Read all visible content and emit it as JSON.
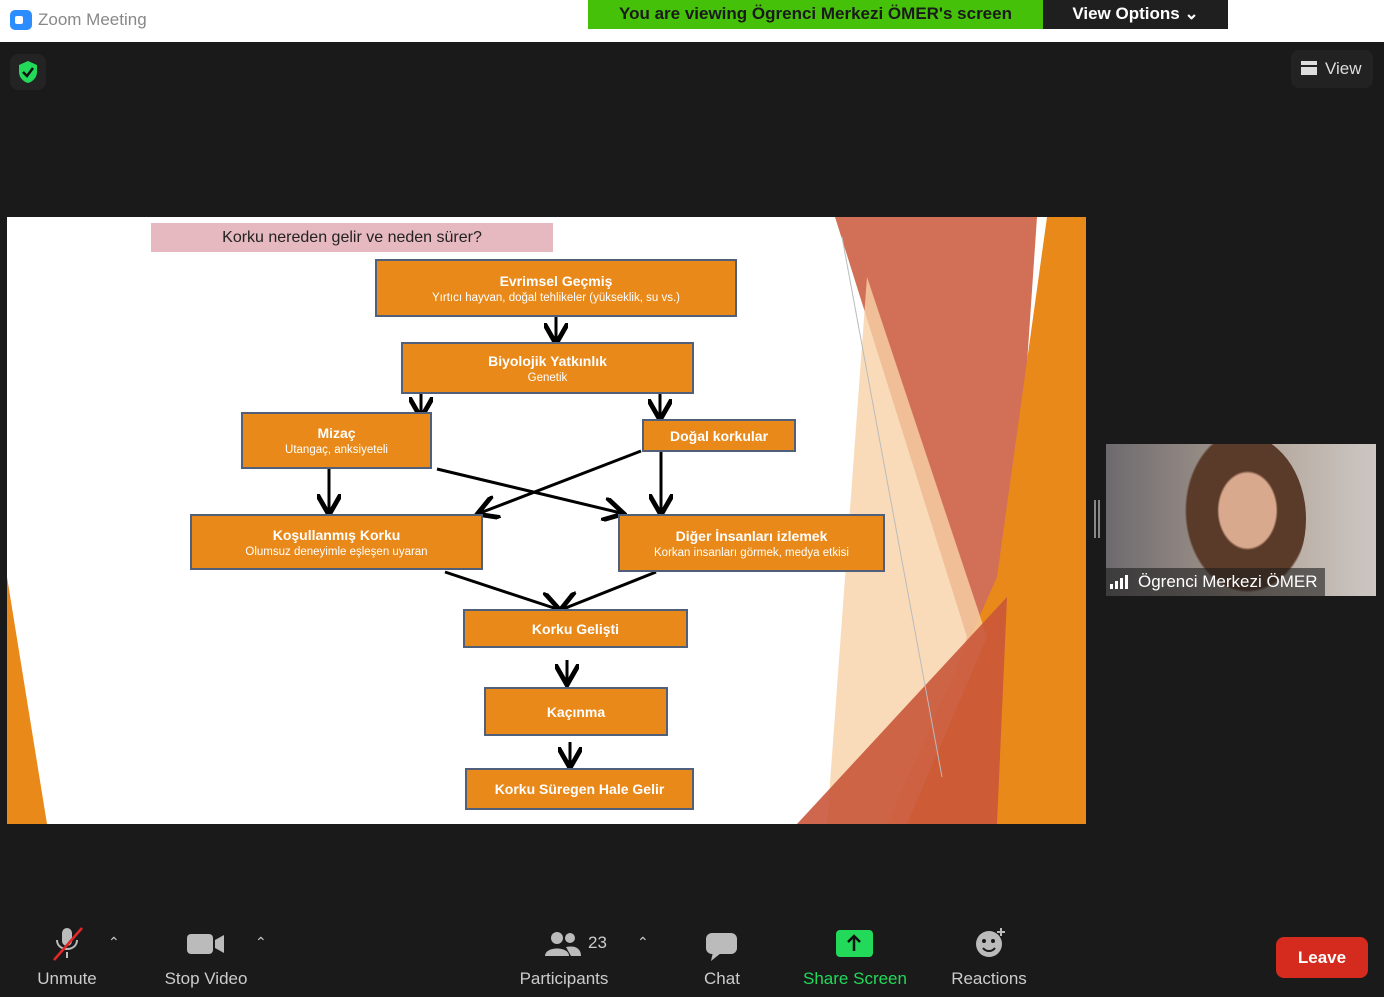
{
  "window": {
    "title": "Zoom Meeting"
  },
  "banner": {
    "text": "You are viewing Ögrenci Merkezi ÖMER's screen",
    "view_options": "View Options ⌄"
  },
  "top": {
    "view_label": "View"
  },
  "slide": {
    "title": "Korku nereden gelir ve neden sürer?",
    "boxes": [
      {
        "title": "Evrimsel Geçmiş",
        "sub": "Yırtıcı hayvan, doğal tehlikeler (yükseklik, su vs.)"
      },
      {
        "title": "Biyolojik Yatkınlık",
        "sub": "Genetik"
      },
      {
        "title": "Mizaç",
        "sub": "Utangaç, anksiyeteli"
      },
      {
        "title": "Doğal korkular"
      },
      {
        "title": "Koşullanmış Korku",
        "sub": "Olumsuz deneyimle eşleşen uyaran"
      },
      {
        "title": "Diğer İnsanları izlemek",
        "sub": "Korkan insanları görmek, medya etkisi"
      },
      {
        "title": "Korku Gelişti"
      },
      {
        "title": "Kaçınma"
      },
      {
        "title": "Korku Süregen Hale Gelir"
      }
    ]
  },
  "participant": {
    "name": "Ögrenci Merkezi ÖMER"
  },
  "toolbar": {
    "unmute": "Unmute",
    "stop_video": "Stop Video",
    "participants": "Participants",
    "participant_count": "23",
    "chat": "Chat",
    "share_screen": "Share Screen",
    "reactions": "Reactions",
    "leave": "Leave"
  },
  "colors": {
    "accent_green": "#45c10a",
    "box_orange": "#e8891a",
    "leave_red": "#d52b1e"
  }
}
